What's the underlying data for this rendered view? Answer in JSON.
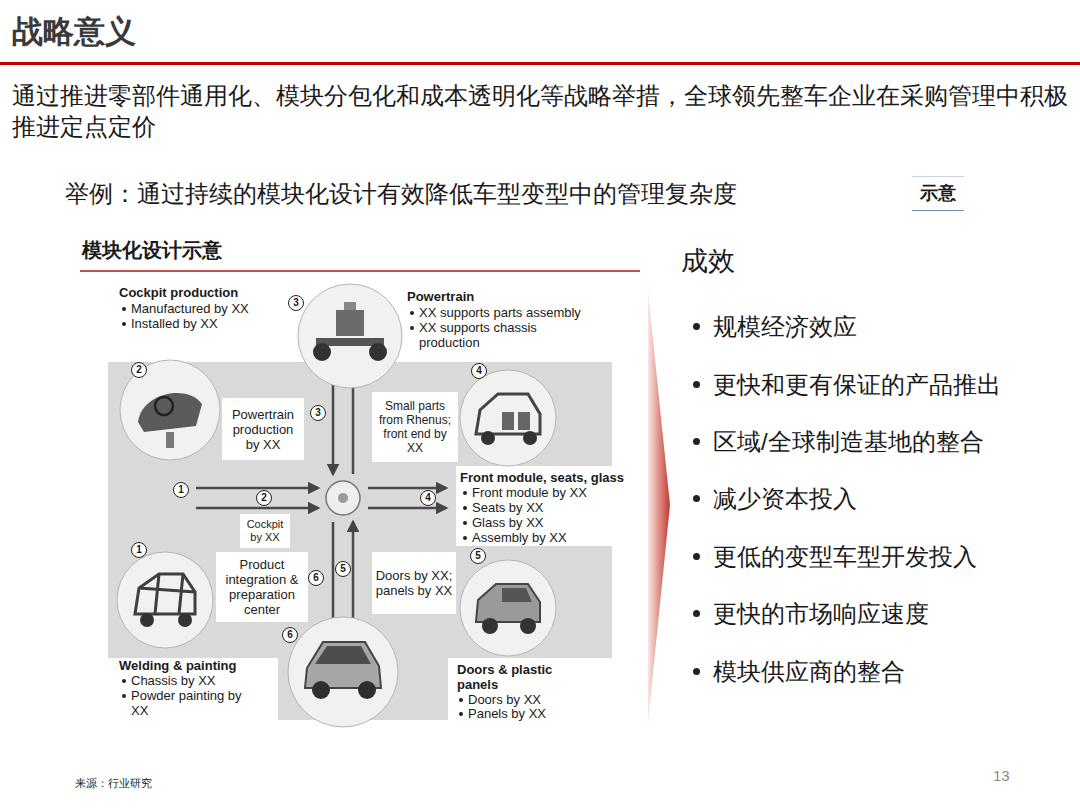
{
  "diagram": {
    "title": "战略意义",
    "nodes": [
      {
        "text": [
          "示意"
        ]
      },
      {
        "text": [
          "Powertrain production by XX"
        ]
      },
      {
        "text": [
          "Small parts from Rhenus; front end by XX"
        ]
      },
      {
        "text": [
          "Cockpit by XX"
        ]
      },
      {
        "text": [
          "Product integration & preparation center"
        ]
      },
      {
        "text": [
          "Doors by XX; panels by XX"
        ]
      }
    ],
    "labels": [
      "通过推进零部件通用化、模块分包化和成本透明化等战略举措，全球领先整车企业在采购管理中积极推进定点定价",
      "举例：通过持续的模块化设计有效降低车型变型中的管理复杂度",
      "模块化设计示意",
      "Cockpit production",
      "Manufactured by XX",
      "Installed by XX",
      "Powertrain",
      "XX supports parts assembly",
      "XX supports chassis production",
      "Front module, seats, glass",
      "Front module by XX",
      "Seats by XX",
      "Glass by XX",
      "Assembly by XX",
      "Welding & painting",
      "Chassis by XX",
      "Powder painting by XX",
      "Doors & plastic panels",
      "Doors by XX",
      "Panels by XX",
      "3",
      "2",
      "4",
      "3",
      "1",
      "2",
      "4",
      "1",
      "5",
      "6",
      "5",
      "6",
      "成效",
      "规模经济效应",
      "更快和更有保证的产品推出",
      "区域/全球制造基地的整合",
      "减少资本投入",
      "更低的变型车型开发投入",
      "更快的市场响应速度",
      "模块供应商的整合",
      "来源：行业研究",
      "13"
    ]
  }
}
